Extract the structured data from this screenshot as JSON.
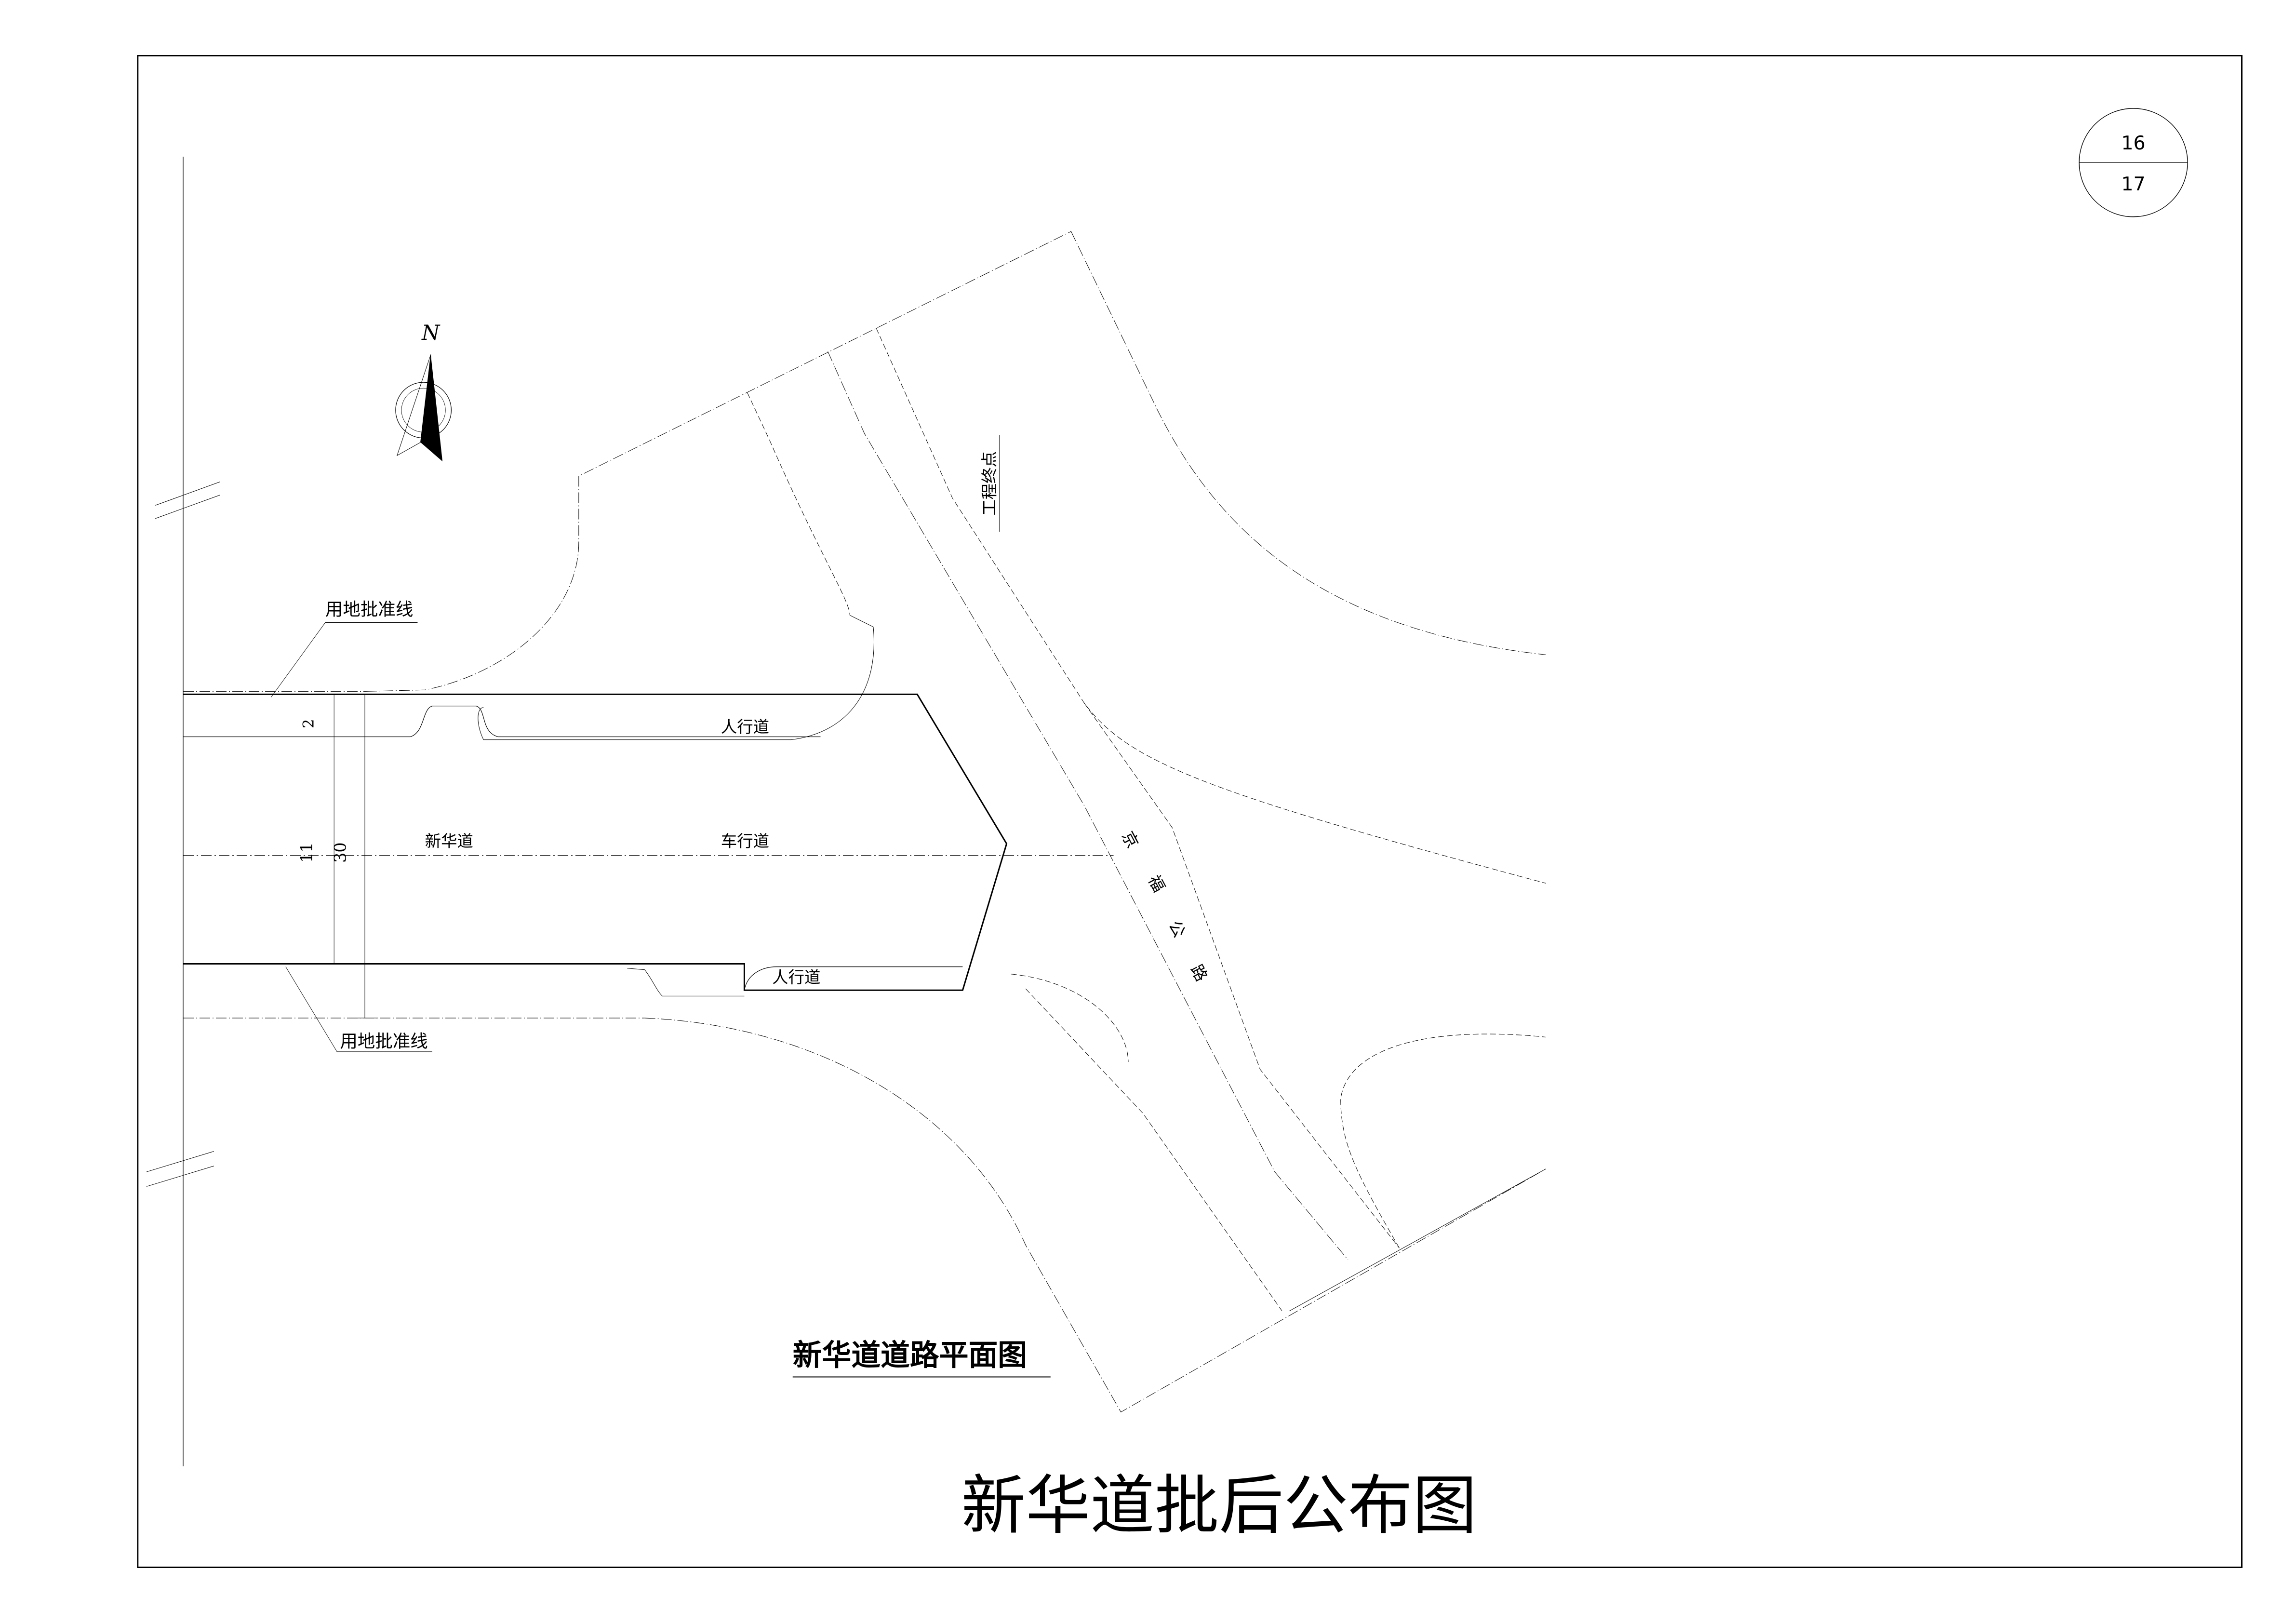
{
  "sheet": {
    "number": "16",
    "total": "17"
  },
  "compass": {
    "north_label": "N"
  },
  "labels": {
    "land_line_top": "用地批准线",
    "land_line_bottom": "用地批准线",
    "sidewalk_top": "人行道",
    "sidewalk_bottom": "人行道",
    "road_name": "新华道",
    "carriageway": "车行道",
    "dim_2": "2",
    "dim_11": "11",
    "dim_30": "30",
    "project_end": "工程终点",
    "jingfu_1": "京",
    "jingfu_2": "福",
    "jingfu_3": "公",
    "jingfu_4": "路"
  },
  "titles": {
    "plan_title": "新华道道路平面图",
    "main_title": "新华道批后公布图"
  }
}
